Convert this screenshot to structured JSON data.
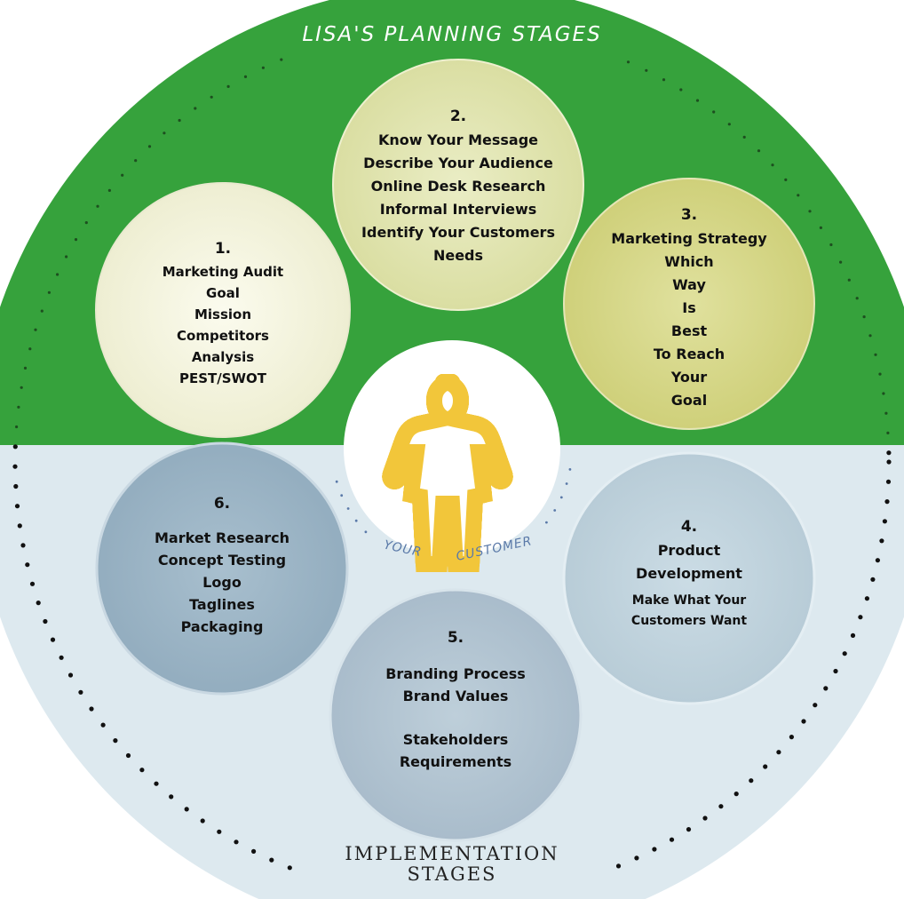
{
  "titles": {
    "top": "LISA'S PLANNING STAGES",
    "bottom_line1": "IMPLEMENTATION",
    "bottom_line2": "STAGES"
  },
  "center": {
    "icon": "person-silhouette-icon",
    "label_left": "YOUR",
    "label_right": "CUSTOMER"
  },
  "colors": {
    "planning_green": "#36a23c",
    "implementation_blue": "#dde9ef",
    "stage1": "#f5f5e0",
    "stage2": "#e4e7b4",
    "stage3": "#d8d98c",
    "stage4": "#c3d6e0",
    "stage5": "#b5c7d4",
    "stage6": "#9fb7c8"
  },
  "stages": {
    "s1": {
      "number": "1.",
      "lines": [
        "Marketing Audit",
        "Goal",
        "Mission",
        "Competitors",
        "Analysis",
        "PEST/SWOT"
      ]
    },
    "s2": {
      "number": "2.",
      "lines": [
        "Know Your Message",
        "Describe Your Audience",
        "Online Desk Research",
        "Informal Interviews",
        "Identify Your Customers",
        "Needs"
      ]
    },
    "s3": {
      "number": "3.",
      "lines": [
        "Marketing Strategy",
        "Which",
        "Way",
        "Is",
        "Best",
        "To Reach",
        "Your",
        "Goal"
      ]
    },
    "s4": {
      "number": "4.",
      "lines": [
        "Product",
        "Development"
      ],
      "sub_lines": [
        "Make What Your",
        "Customers Want"
      ]
    },
    "s5": {
      "number": "5.",
      "lines": [
        "Branding Process",
        "Brand Values"
      ],
      "sub_lines": [
        "Stakeholders",
        "Requirements"
      ]
    },
    "s6": {
      "number": "6.",
      "lines": [
        "Market Research",
        "Concept Testing",
        "Logo",
        "Taglines",
        "Packaging"
      ]
    }
  }
}
